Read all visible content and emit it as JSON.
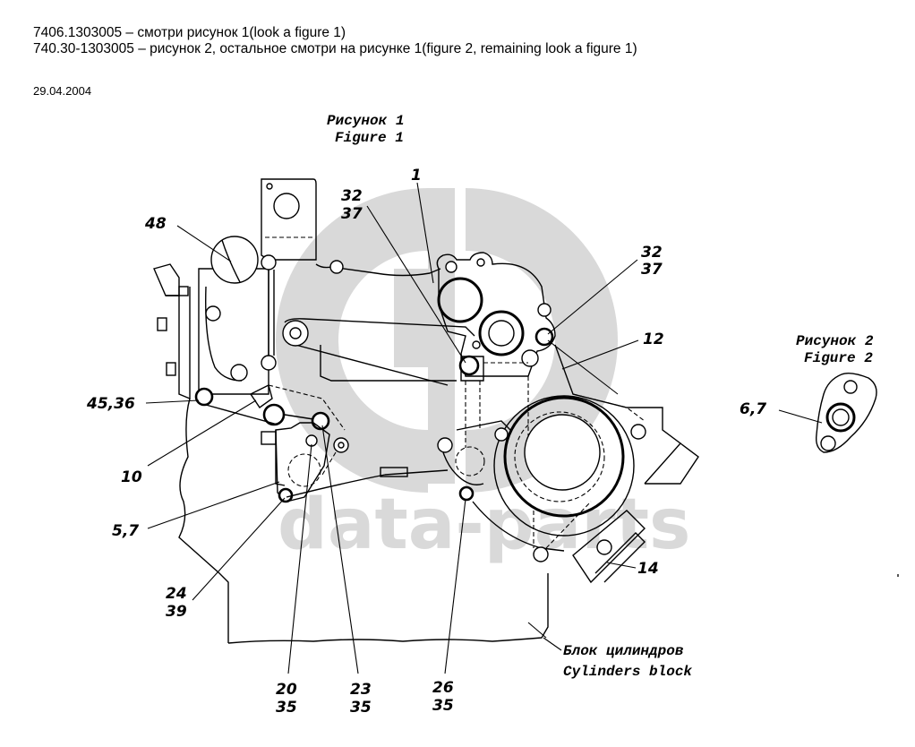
{
  "header": {
    "line1": "7406.1303005 – смотри рисунок 1(look a figure 1)",
    "line2": "740.30-1303005 – рисунок 2, остальное смотри на рисунке 1(figure 2, remaining look a figure 1)",
    "date": "29.04.2004"
  },
  "figure1": {
    "title_ru": "Рисунок 1",
    "title_en": "Figure 1"
  },
  "figure2": {
    "title_ru": "Рисунок 2",
    "title_en": "Figure 2",
    "callout": "6,7"
  },
  "callouts": {
    "c1": "1",
    "c32_37_left_a": "32",
    "c32_37_left_b": "37",
    "c32_37_right_a": "32",
    "c32_37_right_b": "37",
    "c48": "48",
    "c12": "12",
    "c45_36": "45,36",
    "c10": "10",
    "c5_7": "5,7",
    "c24_39_a": "24",
    "c24_39_b": "39",
    "c20_35_a": "20",
    "c20_35_b": "35",
    "c23_35_a": "23",
    "c23_35_b": "35",
    "c26_35_a": "26",
    "c26_35_b": "35",
    "c14": "14"
  },
  "block_label": {
    "ru": "Блок цилиндров",
    "en": "Cylinders block"
  },
  "watermark": {
    "text": "data-parts",
    "color": "#d9d9d9"
  }
}
